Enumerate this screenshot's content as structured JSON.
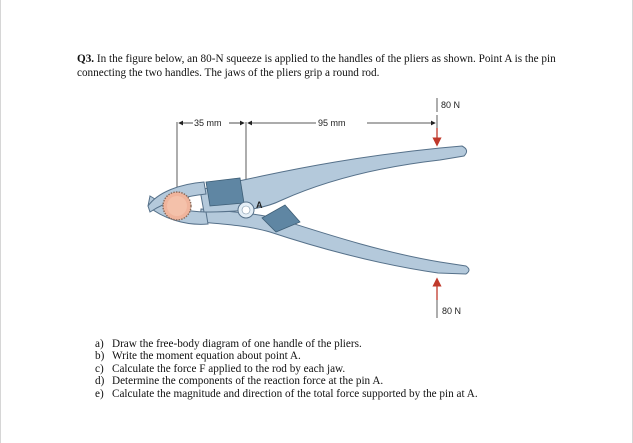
{
  "question": {
    "number": "Q3.",
    "text": "In the figure below, an 80-N squeeze is applied to the handles of the pliers as shown. Point A is the pin connecting the two handles. The jaws of the pliers grip a round rod."
  },
  "figure": {
    "dim_left": "35 mm",
    "dim_right": "95 mm",
    "force_top": "80 N",
    "force_bottom": "80 N",
    "pin_label": "A"
  },
  "tasks": [
    {
      "mark": "a)",
      "text": "Draw the free-body diagram of one handle of the pliers."
    },
    {
      "mark": "b)",
      "text": "Write the moment equation about point A."
    },
    {
      "mark": "c)",
      "text": "Calculate the force F applied to the rod by each jaw."
    },
    {
      "mark": "d)",
      "text": "Determine the components of the reaction force at the pin A."
    },
    {
      "mark": "e)",
      "text": "Calculate the magnitude and direction of the total force supported by the pin at A."
    }
  ],
  "colors": {
    "handle_fill": "#b4c9db",
    "handle_stroke": "#56718a",
    "insulator_fill": "#5f86a3",
    "rod_fill": "#f0b49c",
    "arrow": "#c0392b"
  }
}
